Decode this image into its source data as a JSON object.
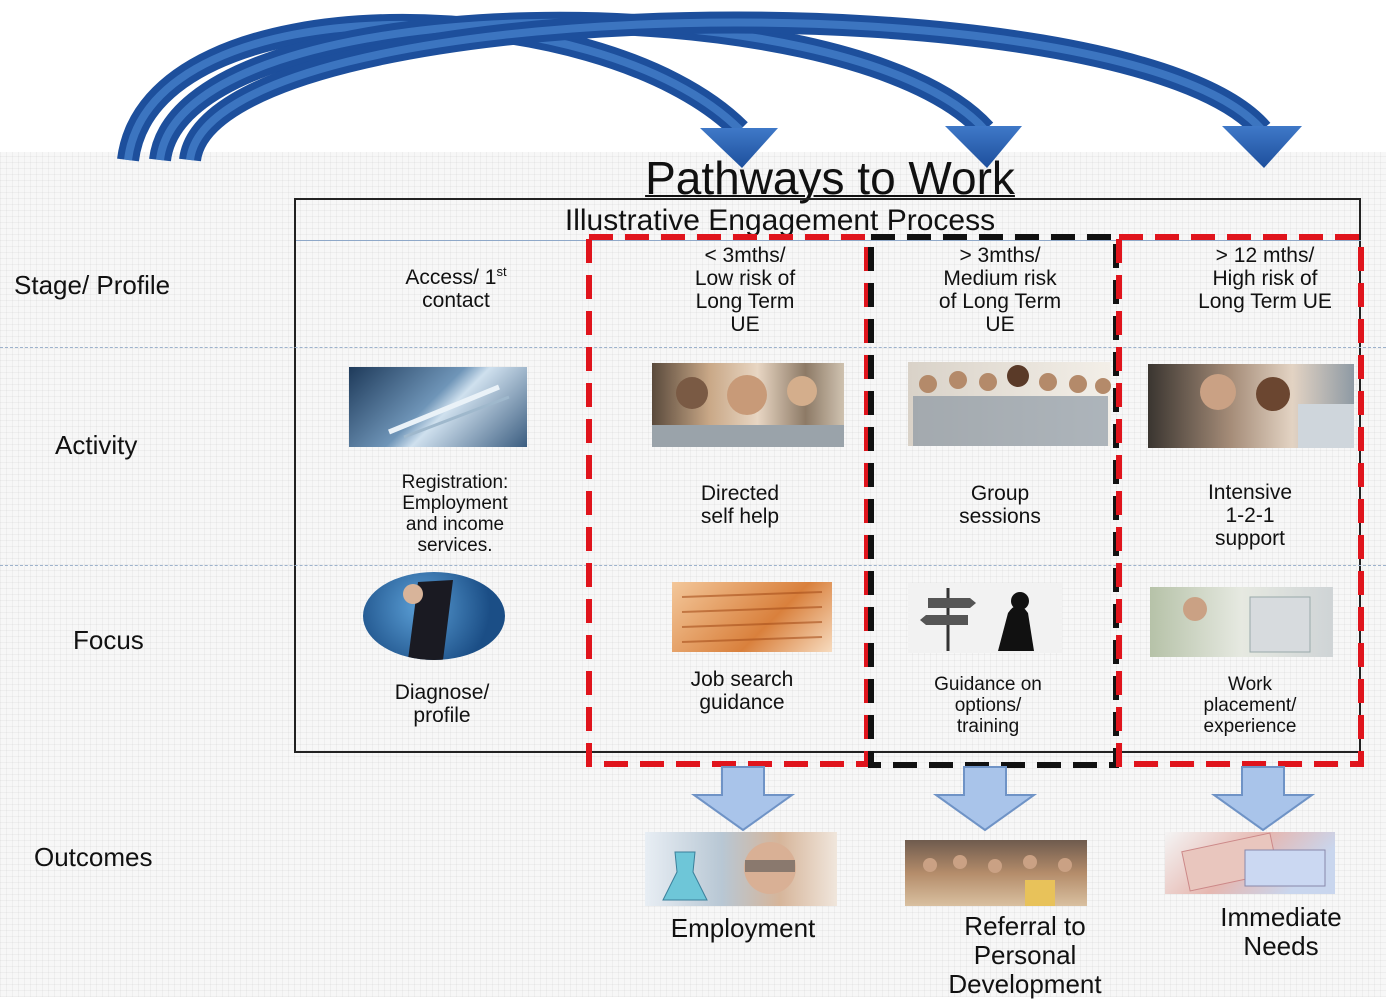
{
  "title": "Pathways to Work",
  "subtitle": "Illustrative Engagement Process",
  "row_labels": {
    "stage": "Stage/ Profile",
    "activity": "Activity",
    "focus": "Focus",
    "outcomes": "Outcomes"
  },
  "stages": {
    "access_line1": "Access/ 1",
    "access_sup": "st",
    "access_line2": "contact",
    "low": [
      "< 3mths/",
      "Low risk of",
      "Long Term",
      "UE"
    ],
    "medium": [
      ">  3mths/",
      "Medium  risk",
      "of  Long Term",
      "UE"
    ],
    "high": [
      ">  12 mths/",
      "High risk of",
      "Long Term UE"
    ]
  },
  "activities": {
    "registration": [
      "Registration:",
      "Employment",
      "and income",
      "services."
    ],
    "directed": [
      "Directed",
      "self help"
    ],
    "group": [
      "Group",
      "sessions"
    ],
    "intensive": [
      "Intensive",
      "1-2-1",
      "support"
    ]
  },
  "focus": {
    "diagnose": [
      "Diagnose/",
      "profile"
    ],
    "job_search": [
      "Job search",
      "guidance"
    ],
    "guidance": [
      "Guidance on",
      "options/",
      "training"
    ],
    "work": [
      "Work",
      "placement/",
      "experience"
    ]
  },
  "outcomes": {
    "employment": "Employment",
    "referral": [
      "Referral to",
      "Personal",
      "Development"
    ],
    "immediate": [
      "Immediate",
      "Needs"
    ]
  },
  "image_icons": [
    "pen-on-document-image",
    "students-at-computers-image",
    "group-of-people-image",
    "adviser-with-client-image",
    "wanted-ads-newspaper-image",
    "direction-signpost-silhouette-image",
    "woman-in-circle-image",
    "workplace-machine-image",
    "scientist-with-flask-image",
    "classroom-image",
    "euro-banknotes-image"
  ],
  "colors": {
    "arc_blue": "#2e63b3",
    "red_box": "#e0141c",
    "black_box": "#111111",
    "down_arrow": "#a9c4ea"
  }
}
